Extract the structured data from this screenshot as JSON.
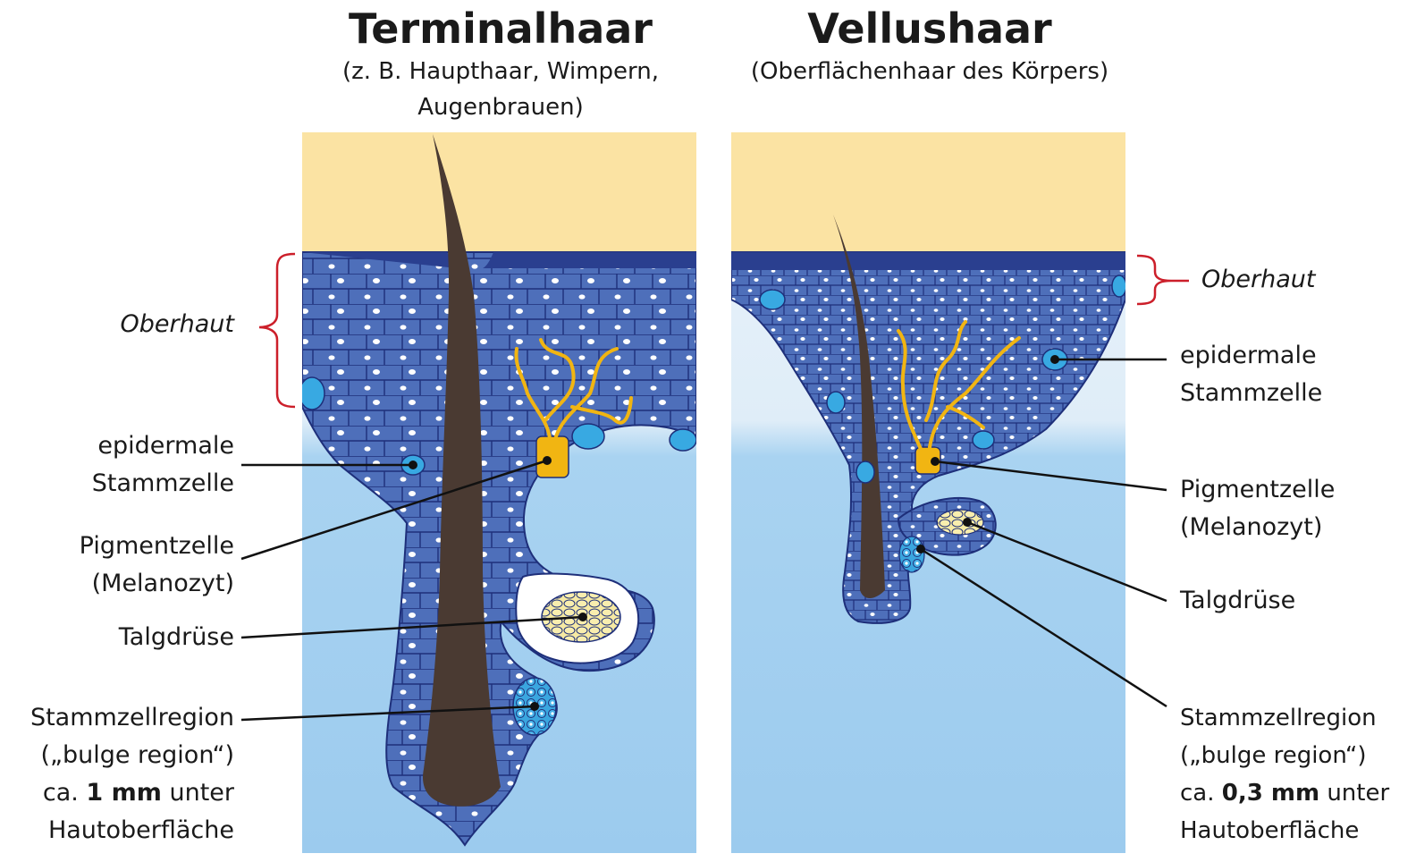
{
  "terminal": {
    "title": "Terminalhaar",
    "subtitle_line1": "(z. B. Haupthaar, Wimpern,",
    "subtitle_line2": "Augenbrauen)",
    "labels": {
      "oberhaut": "Oberhaut",
      "epidermale_1": "epidermale",
      "epidermale_2": "Stammzelle",
      "pigment_1": "Pigmentzelle",
      "pigment_2": "(Melanozyt)",
      "talg": "Talgdrüse",
      "stamm_1": "Stammzellregion",
      "stamm_2": "(„bulge region“)",
      "depth_pre": "ca. ",
      "depth_value": "1 mm",
      "depth_post": " unter",
      "stamm_4": "Hautoberfläche"
    }
  },
  "vellus": {
    "title": "Vellushaar",
    "subtitle": "(Oberflächenhaar des Körpers)",
    "labels": {
      "oberhaut": "Oberhaut",
      "epidermale_1": "epidermale",
      "epidermale_2": "Stammzelle",
      "pigment_1": "Pigmentzelle",
      "pigment_2": "(Melanozyt)",
      "talg": "Talgdrüse",
      "stamm_1": "Stammzellregion",
      "stamm_2": "(„bulge region“)",
      "depth_pre": "ca. ",
      "depth_value": "0,3 mm",
      "depth_post": " unter",
      "stamm_4": "Hautoberfläche"
    }
  },
  "colors": {
    "sky": "#fbe3a3",
    "epidermis": "#4d6db8",
    "cell_outline": "#1e2f7a",
    "dermis_top": "#e3eff9",
    "dermis_bottom": "#9fcdee",
    "hair": "#4a3a32",
    "melanocyte": "#f1b512",
    "sebaceous": "#f6eaa3",
    "stem_cell": "#38a9e2",
    "bracket": "#cc1f2a",
    "leader": "#111111"
  }
}
